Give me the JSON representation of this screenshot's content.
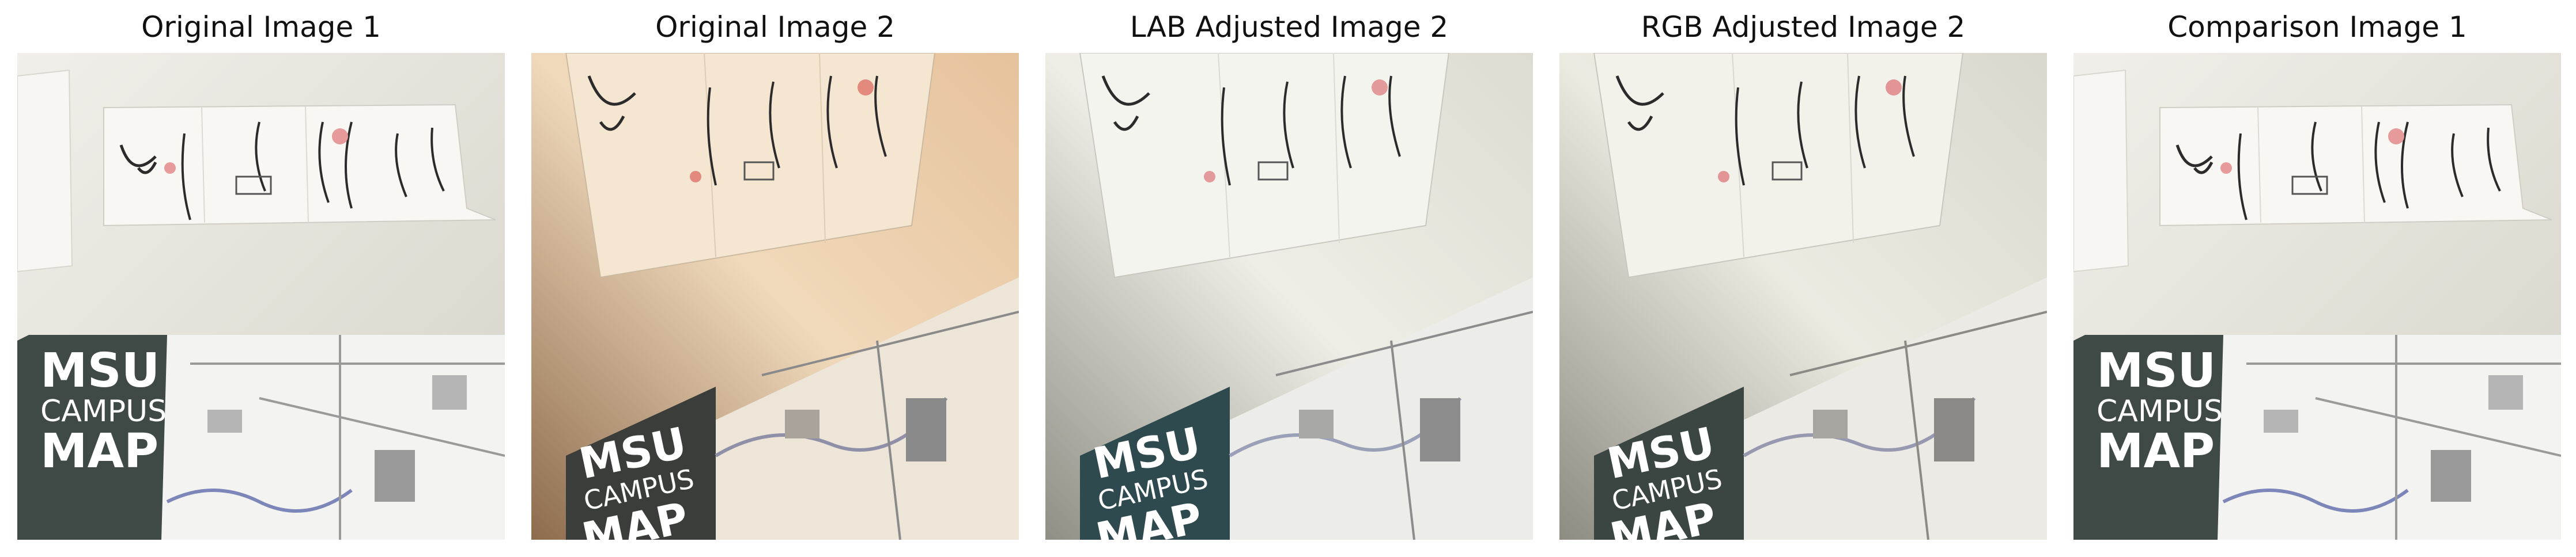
{
  "figure": {
    "panels": [
      {
        "title": "Original Image 1",
        "tint": "neutral",
        "colors": {
          "wall_light": "#f1efe9",
          "wall_dark": "#c9c6bc",
          "poster": "#3f4a47"
        },
        "poster_lines": [
          "MSU",
          "CAMPUS",
          "MAP"
        ]
      },
      {
        "title": "Original Image 2",
        "tint": "warm",
        "colors": {
          "wall_light": "#f0d9bb",
          "wall_dark": "#a68160",
          "poster": "#3a3d39"
        },
        "poster_lines": [
          "MSU",
          "CAMPUS",
          "MAP"
        ]
      },
      {
        "title": "LAB Adjusted Image 2",
        "tint": "neutral",
        "colors": {
          "wall_light": "#eeeee6",
          "wall_dark": "#a7a79c",
          "poster": "#2e4a4e"
        },
        "poster_lines": [
          "MSU",
          "CAMPUS",
          "MAP"
        ]
      },
      {
        "title": "RGB Adjusted Image 2",
        "tint": "neutral",
        "colors": {
          "wall_light": "#ecebe2",
          "wall_dark": "#a8a69a",
          "poster": "#3b4643"
        },
        "poster_lines": [
          "MSU",
          "CAMPUS",
          "MAP"
        ]
      },
      {
        "title": "Comparison Image 1",
        "tint": "neutral",
        "colors": {
          "wall_light": "#f1efe9",
          "wall_dark": "#c9c6bc",
          "poster": "#3f4a47"
        },
        "poster_lines": [
          "MSU",
          "CAMPUS",
          "MAP"
        ]
      }
    ]
  }
}
